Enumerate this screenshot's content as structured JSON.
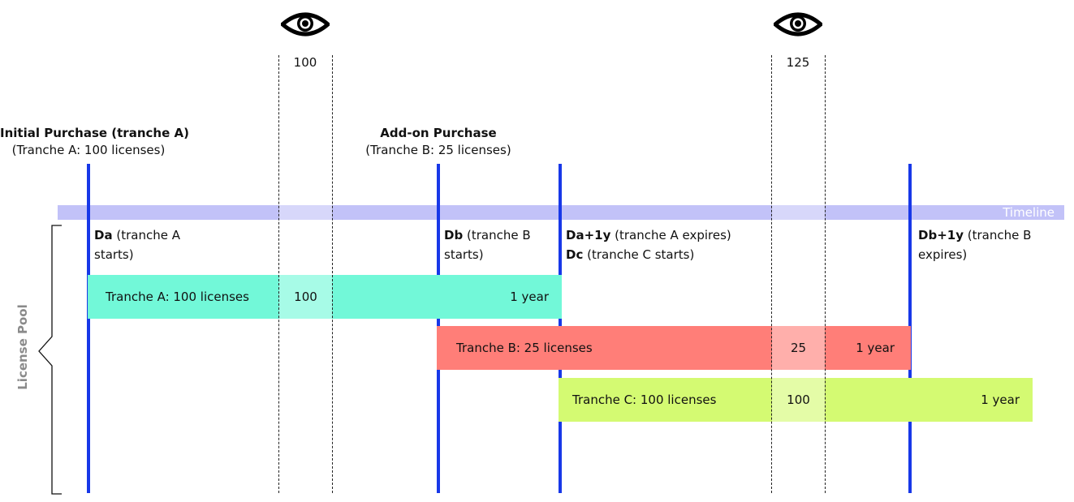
{
  "observations": [
    {
      "icon": "eye-icon",
      "count": "100"
    },
    {
      "icon": "eye-icon",
      "count": "125"
    }
  ],
  "purchases": {
    "initial": {
      "title": "Initial Purchase (tranche A)",
      "subtitle": "(Tranche A: 100 licenses)"
    },
    "addon": {
      "title": "Add-on Purchase",
      "subtitle": "(Tranche B: 25 licenses)"
    }
  },
  "timeline": {
    "label": "Timeline"
  },
  "events": {
    "da": {
      "code": "Da",
      "line1": " (tranche A",
      "line2": "starts)"
    },
    "db": {
      "code": "Db",
      "line1": " (tranche B",
      "line2": "starts)"
    },
    "da1y": {
      "code": "Da+1y",
      "line1": " (tranche A expires)",
      "code2": "Dc",
      "line2": " (tranche C starts)"
    },
    "db1y": {
      "code": "Db+1y",
      "line1": " (tranche B",
      "line2": "expires)"
    }
  },
  "pool": {
    "label": "License Pool"
  },
  "tranches": [
    {
      "label": "Tranche A: 100 licenses",
      "count": "100",
      "duration": "1 year",
      "color": "#72f8d8"
    },
    {
      "label": "Tranche B: 25 licenses",
      "count": "25",
      "duration": "1 year",
      "color": "#ff7e78"
    },
    {
      "label": "Tranche C: 100 licenses",
      "count": "100",
      "duration": "1 year",
      "color": "#d4fa72"
    }
  ],
  "colors": {
    "event_line": "#1838e8",
    "timeline": "#c2c2f8",
    "pool_label": "#8a8a8a"
  }
}
